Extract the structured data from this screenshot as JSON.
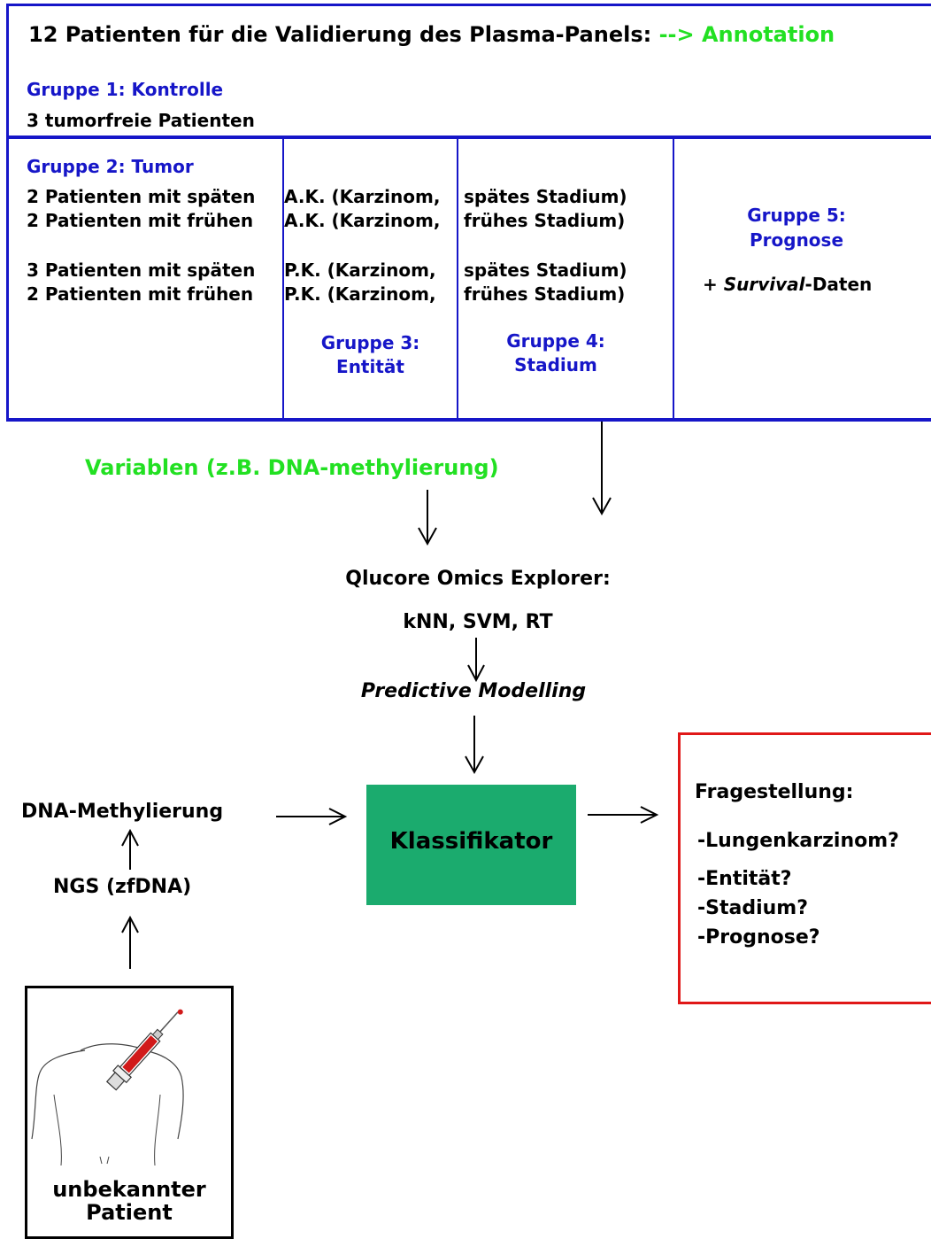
{
  "header": {
    "title": "12 Patienten für die Validierung des Plasma-Panels:",
    "annotation": "--> Annotation"
  },
  "group1": {
    "title": "Gruppe 1: Kontrolle",
    "text": "3 tumorfreie Patienten"
  },
  "group2": {
    "title": "Gruppe 2: Tumor",
    "rows": [
      {
        "count": "2 Patienten mit späten",
        "entity": "A.K. (Karzinom,",
        "stage": "spätes Stadium)"
      },
      {
        "count": "2 Patienten mit frühen",
        "entity": "A.K. (Karzinom,",
        "stage": "frühes Stadium)"
      },
      {
        "count": "3 Patienten mit späten",
        "entity": "P.K. (Karzinom,",
        "stage": "spätes Stadium)"
      },
      {
        "count": "2 Patienten mit frühen",
        "entity": "P.K. (Karzinom,",
        "stage": "frühes Stadium)"
      }
    ]
  },
  "group3": {
    "line1": "Gruppe 3:",
    "line2": "Entität"
  },
  "group4": {
    "line1": "Gruppe 4:",
    "line2": "Stadium"
  },
  "group5": {
    "line1": "Gruppe 5:",
    "line2": "Prognose",
    "extra_prefix": "+ ",
    "extra_italic": "Survival",
    "extra_suffix": "-Daten"
  },
  "flow": {
    "variables": "Variablen (z.B. DNA-methylierung)",
    "software": "Qlucore Omics Explorer:",
    "methods": "kNN, SVM, RT",
    "modelling": "Predictive Modelling",
    "classifier": "Klassifikator",
    "dna_methylation": "DNA-Methylierung",
    "ngs": "NGS (zfDNA)",
    "patient_line1": "unbekannter",
    "patient_line2": "Patient"
  },
  "questions": {
    "title": "Fragestellung:",
    "items": [
      "-Lungenkarzinom?",
      "-Entität?",
      "-Stadium?",
      "-Prognose?"
    ]
  },
  "colors": {
    "blue": "#1616c8",
    "green": "#22e022",
    "classifier_fill": "#1bab6e",
    "question_border": "#e01818",
    "syringe_red": "#d11a1a"
  }
}
